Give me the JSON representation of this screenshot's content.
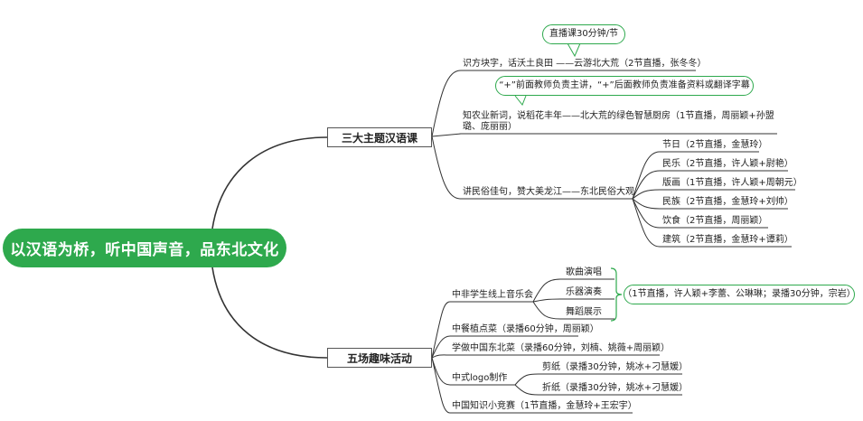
{
  "root": "以汉语为桥，听中国声音，品东北文化",
  "branches": [
    {
      "title": "三大主题汉语课",
      "children": [
        {
          "label": "识方块字，话沃土良田 ——云游北大荒（2节直播，张冬冬）"
        },
        {
          "label": "知农业新词，说稻花丰年——北大荒的绿色智慧厨房（1节直播，周丽颖+孙盟璐、庞丽丽）"
        },
        {
          "label": "讲民俗佳句，赞大美龙江——东北民俗大观",
          "children": [
            "节日（2节直播，金慧玲）",
            "民乐（2节直播，许人颖+尉艳）",
            "版画（1节直播，许人颖+周朝元）",
            "民族（2节直播，金慧玲+刘帅）",
            "饮食（2节直播，周丽颖）",
            "建筑（2节直播，金慧玲+谭莉）"
          ]
        }
      ]
    },
    {
      "title": "五场趣味活动",
      "children": [
        {
          "label": "中非学生线上音乐会",
          "children": [
            "歌曲演唱",
            "乐器演奏",
            "舞蹈展示"
          ]
        },
        {
          "label": "中餐植点菜（录播60分钟，周丽颖）"
        },
        {
          "label": "学做中国东北菜（录播60分钟，刘楠、姚薇+周丽颖）"
        },
        {
          "label": "中式logo制作",
          "children": [
            "剪纸（录播30分钟，姚冰+刁慧媛）",
            "折纸（录播30分钟，姚冰+刁慧媛）"
          ]
        },
        {
          "label": "中国知识小竞赛（1节直播，金慧玲+王宏宇）"
        }
      ]
    }
  ],
  "callouts": {
    "top": "直播课30分钟/节",
    "teachers": "“+”前面教师负责主讲，“+”后面教师负责准备资料或翻译字幕",
    "concert": "（1节直播，许人颖+李蕾、公琳琳；录播30分钟，宗岩）"
  },
  "colors": {
    "accent": "#2ea94d",
    "line": "#333333"
  }
}
